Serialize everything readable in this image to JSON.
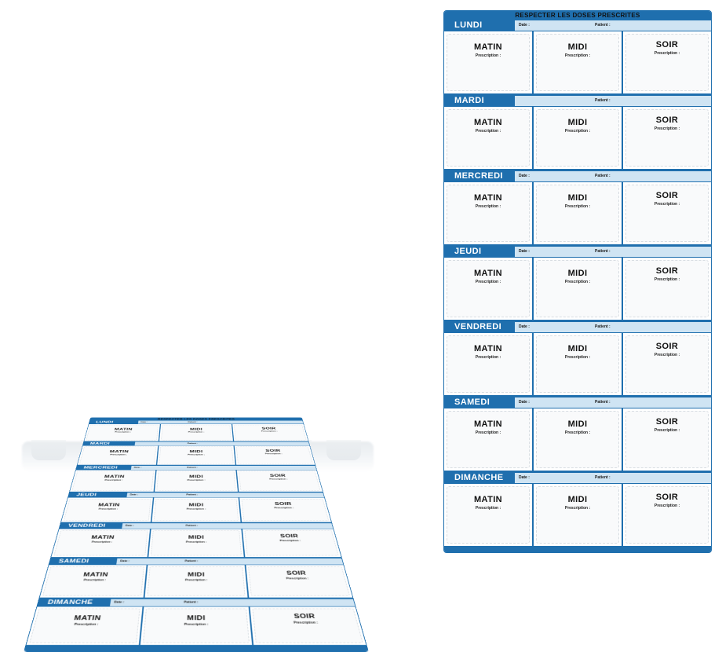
{
  "header_title": "RESPECTER LES DOSES PRESCRITES",
  "labels": {
    "date": "Date :",
    "patient": "Patient :",
    "prescription": "Prescription :"
  },
  "slots": [
    "MATIN",
    "MIDI",
    "SOIR"
  ],
  "days": [
    "LUNDI",
    "MARDI",
    "MERCREDI",
    "JEUDI",
    "VENDREDI",
    "SAMEDI",
    "DIMANCHE"
  ],
  "days_date_shown": [
    true,
    false,
    true,
    true,
    true,
    true,
    true
  ],
  "colors": {
    "accent": "#1f6fae",
    "accent_light": "#cfe4f3"
  }
}
